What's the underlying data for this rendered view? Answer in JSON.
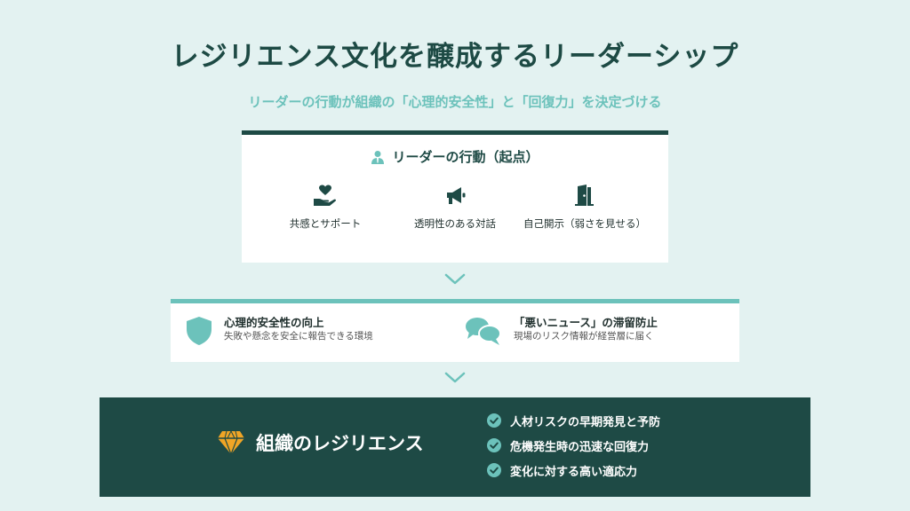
{
  "title": "レジリエンス文化を醸成するリーダーシップ",
  "subtitle": "リーダーの行動が組織の「心理的安全性」と「回復力」を決定づける",
  "leader": {
    "heading": "リーダーの行動（起点）",
    "actions": [
      {
        "label": "共感とサポート",
        "icon": "hand-heart-icon"
      },
      {
        "label": "透明性のある対話",
        "icon": "megaphone-icon"
      },
      {
        "label": "自己開示（弱さを見せる）",
        "icon": "door-open-icon"
      }
    ]
  },
  "outcomes": [
    {
      "title": "心理的安全性の向上",
      "desc": "失敗や懸念を安全に報告できる環境",
      "icon": "shield-icon"
    },
    {
      "title": "「悪いニュース」の滞留防止",
      "desc": "現場のリスク情報が経営層に届く",
      "icon": "chat-bubbles-icon"
    }
  ],
  "resilience": {
    "title": "組織のレジリエンス",
    "icon": "gem-icon",
    "items": [
      "人材リスクの早期発見と予防",
      "危機発生時の迅速な回復力",
      "変化に対する高い適応力"
    ]
  },
  "colors": {
    "background": "#e3f2f1",
    "primary": "#1e4a45",
    "accent": "#6cc2bb",
    "gem": "#f0a526"
  }
}
